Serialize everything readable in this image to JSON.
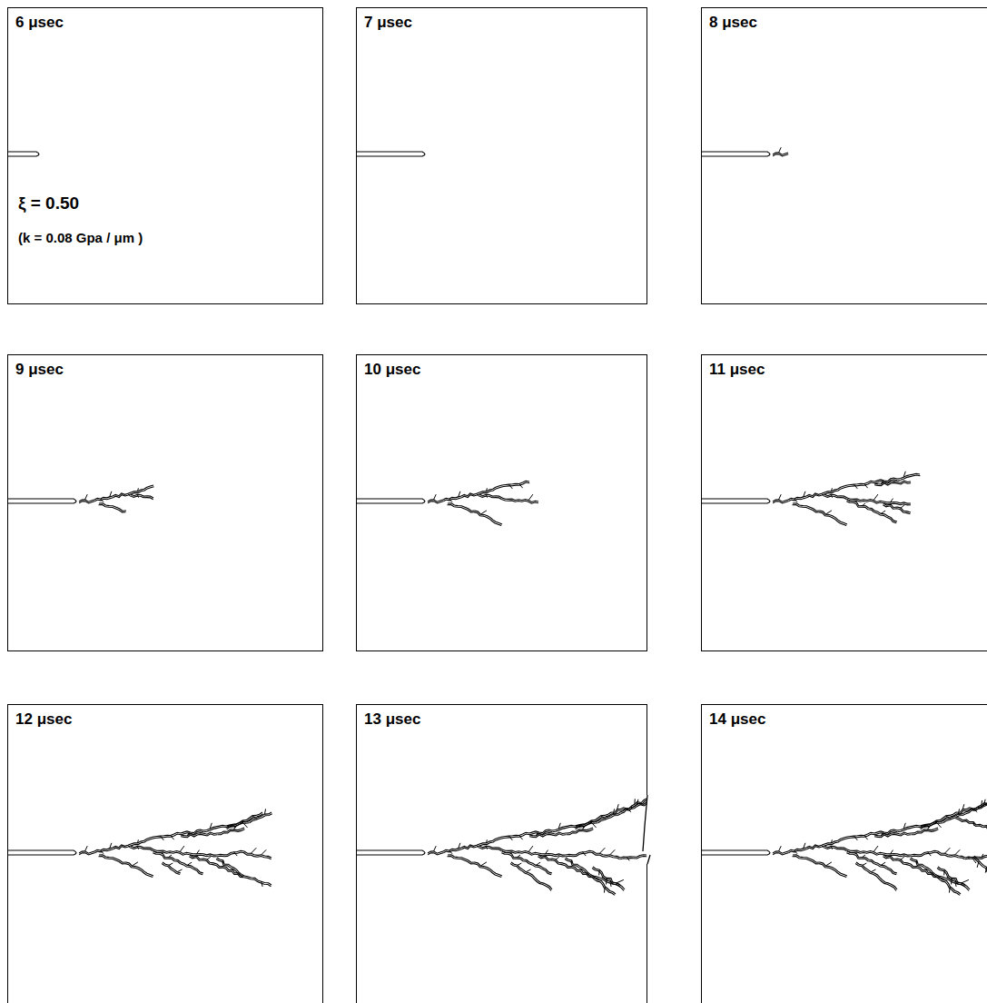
{
  "diagram": {
    "nodes": [
      {
        "text": [
          "6 μsec",
          "ξ = 0.50",
          "(k = 0.08 Gpa / μm )"
        ]
      },
      {
        "text": [
          "7 μsec"
        ]
      },
      {
        "text": [
          "8 μsec"
        ]
      },
      {
        "text": [
          "9 μsec"
        ]
      },
      {
        "text": [
          "10 μsec"
        ]
      },
      {
        "text": [
          "11 μsec"
        ]
      },
      {
        "text": [
          "12 μsec"
        ]
      },
      {
        "text": [
          "13 μsec"
        ]
      },
      {
        "text": [
          "14 μsec"
        ]
      }
    ]
  }
}
